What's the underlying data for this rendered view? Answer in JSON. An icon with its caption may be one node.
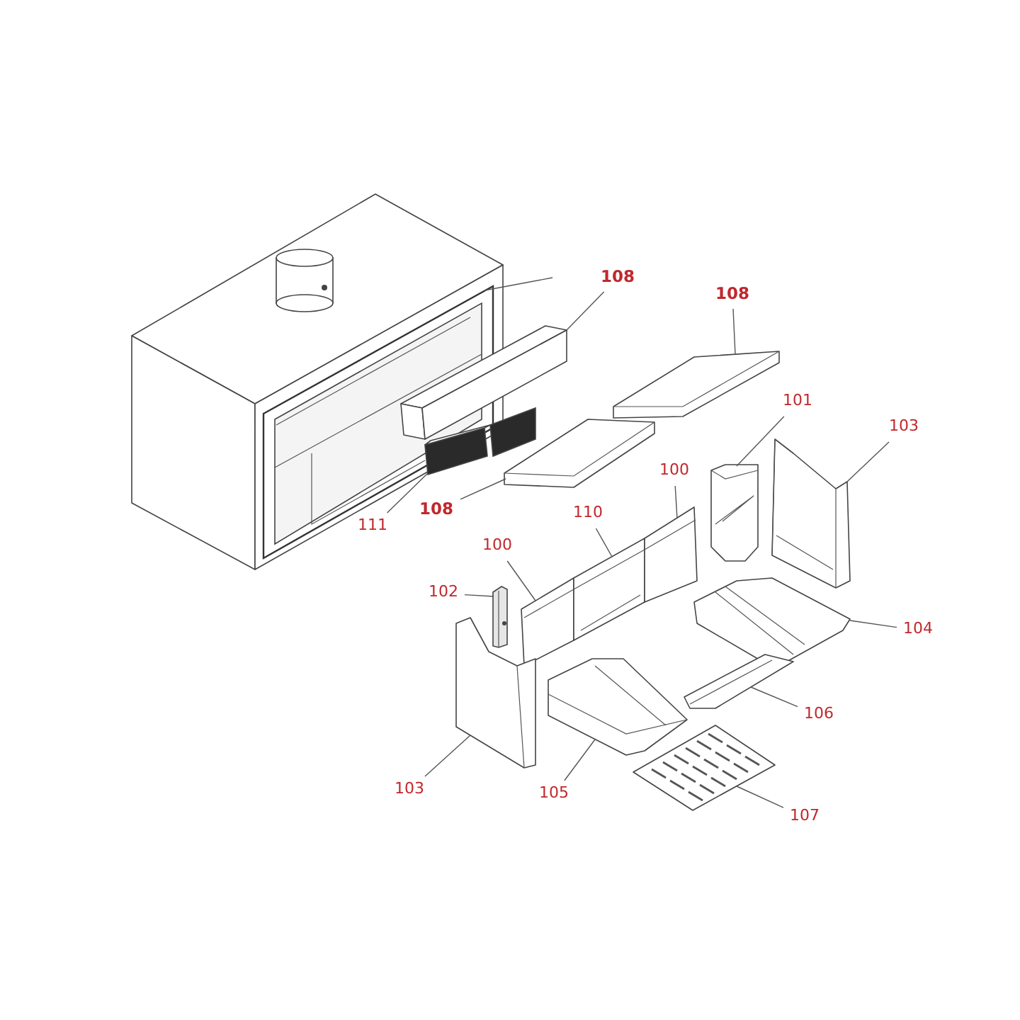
{
  "diagram": {
    "nodes": [
      {
        "text": [],
        "shape": "picture"
      },
      {
        "text": [
          "108"
        ]
      },
      {
        "text": [],
        "shape": "picture"
      },
      {
        "text": [
          "108"
        ]
      },
      {
        "text": [],
        "shape": "picture"
      },
      {
        "text": [
          "108"
        ]
      },
      {
        "text": [],
        "shape": "picture"
      },
      {
        "text": [
          "111"
        ]
      },
      {
        "text": [],
        "shape": "picture"
      },
      {
        "text": [
          "101"
        ]
      },
      {
        "text": [],
        "shape": "picture"
      },
      {
        "text": [
          "103"
        ]
      },
      {
        "text": [],
        "shape": "picture"
      },
      {
        "text": [
          "100"
        ]
      },
      {
        "text": [
          "110"
        ]
      },
      {
        "text": [
          "100"
        ]
      },
      {
        "text": [],
        "shape": "picture"
      },
      {
        "text": [],
        "shape": "picture"
      },
      {
        "text": [],
        "shape": "picture"
      },
      {
        "text": [
          "102"
        ]
      },
      {
        "text": [],
        "shape": "picture"
      },
      {
        "text": [
          "103"
        ]
      },
      {
        "text": [],
        "shape": "picture"
      },
      {
        "text": [
          "104"
        ]
      },
      {
        "text": [],
        "shape": "picture"
      },
      {
        "text": [
          "106"
        ]
      },
      {
        "text": [],
        "shape": "picture"
      },
      {
        "text": [
          "105"
        ]
      },
      {
        "text": [],
        "shape": "picture"
      },
      {
        "text": [
          "107"
        ]
      },
      {
        "text": [],
        "shape": "picture"
      }
    ],
    "edges": [
      {
        "from": 1,
        "to": 2,
        "arrow": "none"
      },
      {
        "from": 3,
        "to": 4,
        "arrow": "none"
      },
      {
        "from": 5,
        "to": 6,
        "arrow": "none"
      },
      {
        "from": 7,
        "to": 8,
        "arrow": "none"
      },
      {
        "from": 9,
        "to": 10,
        "arrow": "none"
      },
      {
        "from": 11,
        "to": 12,
        "arrow": "none"
      },
      {
        "from": 13,
        "to": 18,
        "arrow": "none"
      },
      {
        "from": 14,
        "to": 17,
        "arrow": "none"
      },
      {
        "from": 15,
        "to": 16,
        "arrow": "none"
      },
      {
        "from": 19,
        "to": 20,
        "arrow": "none"
      },
      {
        "from": 21,
        "to": 22,
        "arrow": "none"
      },
      {
        "from": 23,
        "to": 24,
        "arrow": "none"
      },
      {
        "from": 25,
        "to": 26,
        "arrow": "none"
      },
      {
        "from": 27,
        "to": 28,
        "arrow": "none"
      },
      {
        "from": 29,
        "to": 30,
        "arrow": "none"
      },
      {
        "from": null,
        "to": 0,
        "arrow": "none"
      }
    ]
  }
}
